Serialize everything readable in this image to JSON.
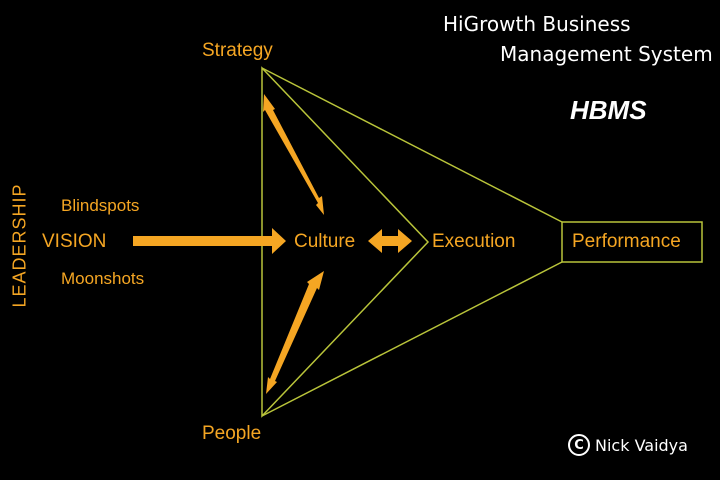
{
  "colors": {
    "accent": "#F5A623",
    "line": "#B9C43A",
    "background": "#000000",
    "text": "#FFFFFF"
  },
  "header": {
    "title_line1": "HiGrowth Business",
    "title_line2": "Management System",
    "abbreviation": "HBMS"
  },
  "nodes": {
    "strategy": "Strategy",
    "people": "People",
    "culture": "Culture",
    "execution": "Execution",
    "performance": "Performance",
    "vision": "VISION",
    "blindspots": "Blindspots",
    "moonshots": "Moonshots",
    "leadership": "LEADERSHIP"
  },
  "footer": {
    "copyright_symbol": "C",
    "author": "Nick Vaidya"
  }
}
